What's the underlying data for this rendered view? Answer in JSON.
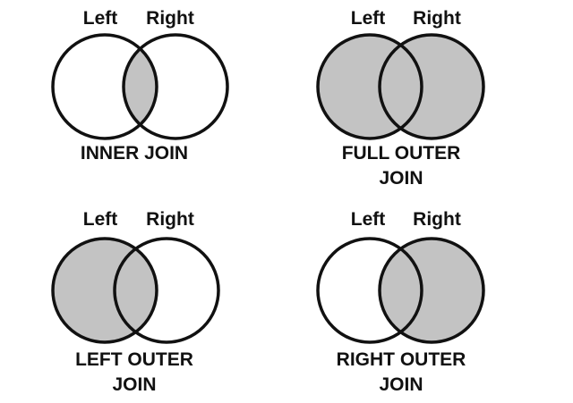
{
  "colors": {
    "fill": "#c3c3c3",
    "stroke": "#111111",
    "background": "#ffffff"
  },
  "panels": [
    {
      "left_label": "Left",
      "right_label": "Right",
      "caption_lines": [
        "INNER JOIN"
      ],
      "shade": "intersection"
    },
    {
      "left_label": "Left",
      "right_label": "Right",
      "caption_lines": [
        "FULL OUTER",
        "JOIN"
      ],
      "shade": "both"
    },
    {
      "left_label": "Left",
      "right_label": "Right",
      "caption_lines": [
        "LEFT OUTER",
        "JOIN"
      ],
      "shade": "left"
    },
    {
      "left_label": "Left",
      "right_label": "Right",
      "caption_lines": [
        "RIGHT OUTER",
        "JOIN"
      ],
      "shade": "right"
    }
  ]
}
